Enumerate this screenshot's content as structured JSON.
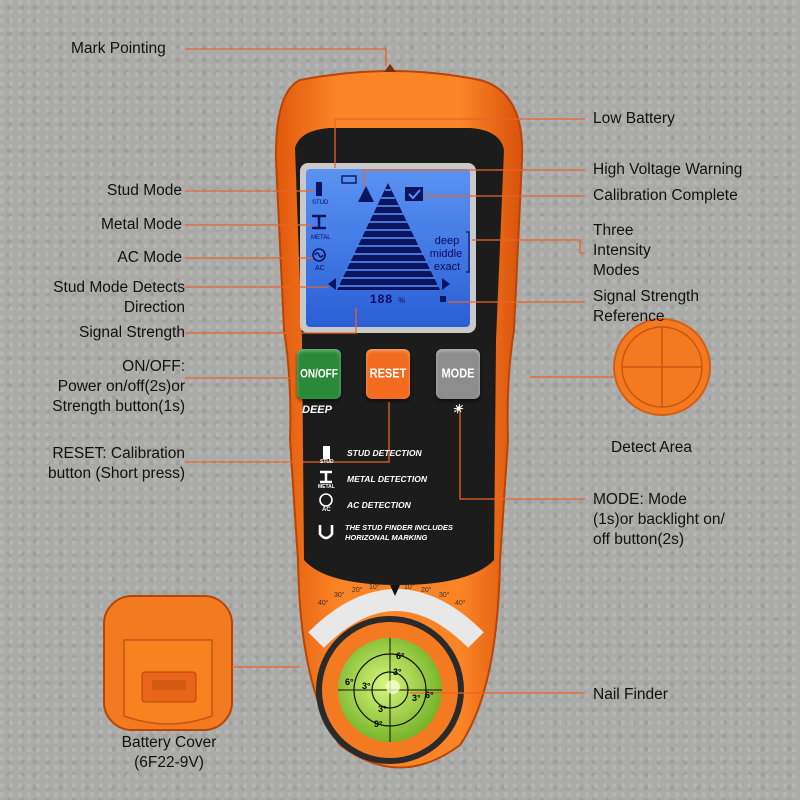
{
  "device": {
    "buttons": {
      "onoff": "ON/OFF",
      "reset": "RESET",
      "mode": "MODE"
    },
    "deep_label": "DEEP",
    "lcd": {
      "intensity_modes": [
        "deep",
        "middle",
        "exact"
      ],
      "digits": "188",
      "unit": "%",
      "mode_icons": {
        "stud": "STUD",
        "metal": "METAL",
        "ac": "AC"
      }
    },
    "detection_list": [
      {
        "icon_label": "STUD",
        "text": "STUD DETECTION"
      },
      {
        "icon_label": "METAL",
        "text": "METAL DETECTION"
      },
      {
        "icon_label": "AC",
        "text": "AC DETECTION"
      },
      {
        "icon_label": "",
        "text": "THE STUD FINDER INCLUDES\nHORIZONAL MARKING"
      }
    ],
    "angle_scale": [
      "40°",
      "30°",
      "20°",
      "10°",
      "10°",
      "20°",
      "30°",
      "40°"
    ],
    "bubble_level_marks": [
      "6°",
      "3°",
      "3°",
      "6°",
      "6°",
      "3°",
      "3°",
      "9°"
    ]
  },
  "labels": {
    "mark_pointing": "Mark Pointing",
    "low_battery": "Low Battery",
    "high_voltage": "High Voltage Warning",
    "calibration_complete": "Calibration Complete",
    "stud_mode": "Stud Mode",
    "metal_mode": "Metal Mode",
    "ac_mode": "AC Mode",
    "three_intensity": "Three\nIntensity\nModes",
    "stud_direction": "Stud Mode Detects\nDirection",
    "signal_strength": "Signal Strength",
    "signal_reference": "Signal Strength\nReference",
    "onoff_desc": "ON/OFF:\nPower on/off(2s)or\nStrength button(1s)",
    "detect_area": "Detect Area",
    "reset_desc": "RESET: Calibration\nbutton (Short press)",
    "mode_desc": "MODE: Mode\n(1s)or backlight on/\noff button(2s)",
    "nail_finder": "Nail Finder",
    "battery_cover": "Battery Cover\n(6F22-9V)"
  },
  "colors": {
    "body_orange": "#f7741c",
    "face_black": "#1c1c1c",
    "lcd_blue": "#2f6fe0",
    "leader_line": "#e8642a",
    "onoff_green": "#2a8a3a",
    "reset_orange": "#f26b1f",
    "mode_gray": "#8d8d8d",
    "level_green": "#a8e04a"
  }
}
